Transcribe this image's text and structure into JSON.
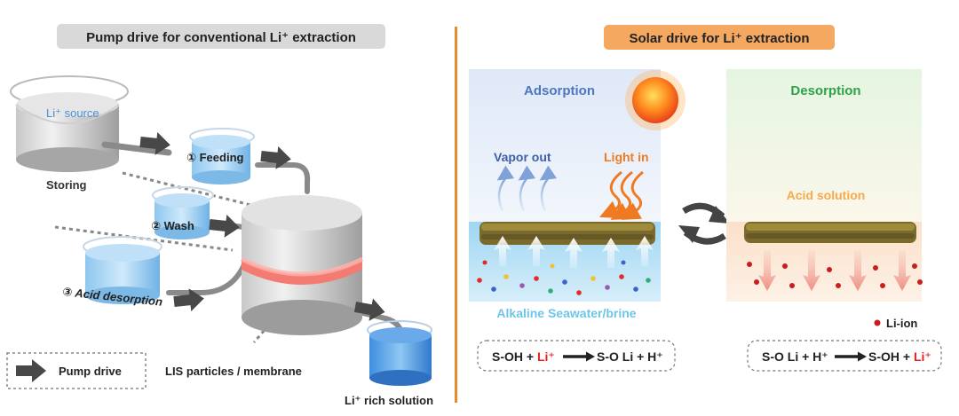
{
  "left": {
    "title": "Pump drive for conventional Li⁺ extraction",
    "source_label": "Li⁺ source",
    "storing_label": "Storing",
    "step1_label": "① Feeding",
    "step2_label": "② Wash",
    "step3_label": "③ Acid desorption",
    "legend_label": "Pump drive",
    "membrane_label": "LIS particles / membrane",
    "rich_label": "Li⁺ rich solution"
  },
  "right": {
    "title": "Solar drive for Li⁺ extraction",
    "adsorption_label": "Adsorption",
    "desorption_label": "Desorption",
    "vapor_label": "Vapor out",
    "light_label": "Light in",
    "acid_label": "Acid solution",
    "seawater_label": "Alkaline Seawater/brine",
    "ion_legend": "Li-ion",
    "eq1": {
      "a": "S-OH + ",
      "b": "Li⁺",
      "c": "S-O Li + H⁺"
    },
    "eq2": {
      "a": "S-O Li + H⁺",
      "b": "S-OH + ",
      "c": "Li⁺"
    }
  },
  "colors": {
    "pump_title_bg": "#d9d9d9",
    "solar_title_bg": "#f5a860",
    "divider": "#e8892a",
    "blue_text": "#4a78c0",
    "orange_text": "#f07a22",
    "green_text": "#2ea24a",
    "li_red": "#e52222",
    "water": "#a9d8f0",
    "acid": "#fbe6d4"
  }
}
